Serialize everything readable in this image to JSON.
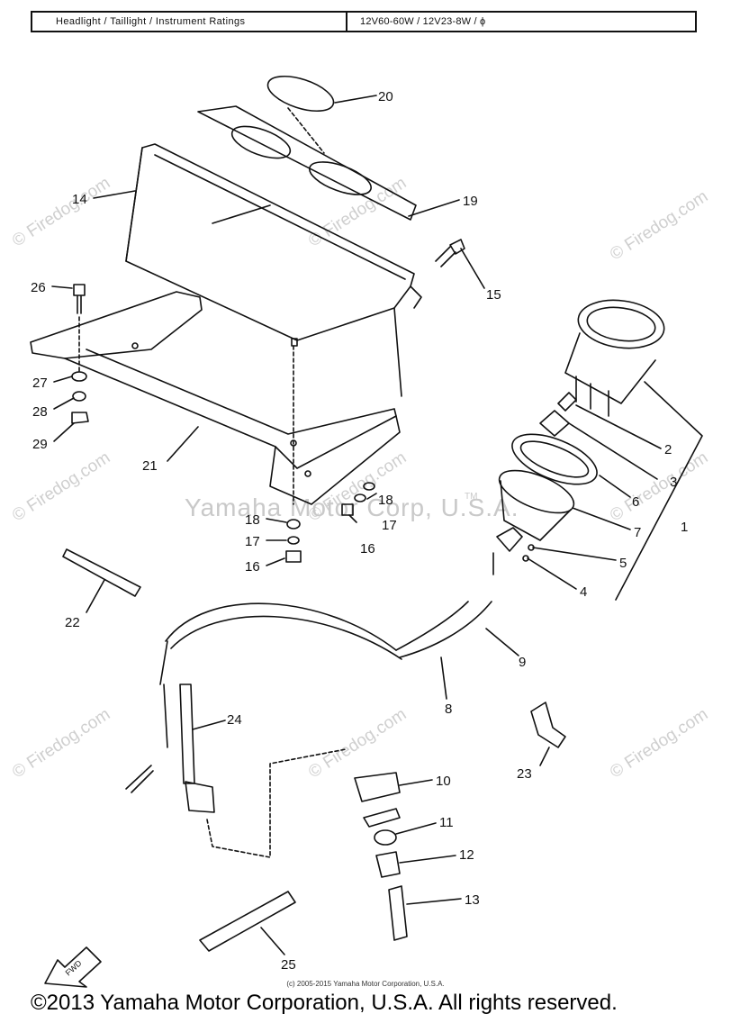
{
  "spec": {
    "label": "Headlight / Taillight / Instrument Ratings",
    "value": "12V60-60W / 12V23-8W / ϕ"
  },
  "watermarks": {
    "firedog": "© Firedog.com",
    "center": "Yamaha Motor Corp, U.S.A."
  },
  "trademark": "TM",
  "callouts": [
    {
      "id": "part-20",
      "label": "20"
    },
    {
      "id": "part-19",
      "label": "19"
    },
    {
      "id": "part-14",
      "label": "14"
    },
    {
      "id": "part-15",
      "label": "15"
    },
    {
      "id": "part-26",
      "label": "26"
    },
    {
      "id": "part-27",
      "label": "27"
    },
    {
      "id": "part-28",
      "label": "28"
    },
    {
      "id": "part-29",
      "label": "29"
    },
    {
      "id": "part-21",
      "label": "21"
    },
    {
      "id": "part-18a",
      "label": "18"
    },
    {
      "id": "part-17a",
      "label": "17"
    },
    {
      "id": "part-16a",
      "label": "16"
    },
    {
      "id": "part-18b",
      "label": "18"
    },
    {
      "id": "part-17b",
      "label": "17"
    },
    {
      "id": "part-16b",
      "label": "16"
    },
    {
      "id": "part-2",
      "label": "2"
    },
    {
      "id": "part-3",
      "label": "3"
    },
    {
      "id": "part-6",
      "label": "6"
    },
    {
      "id": "part-1",
      "label": "1"
    },
    {
      "id": "part-7",
      "label": "7"
    },
    {
      "id": "part-5",
      "label": "5"
    },
    {
      "id": "part-4",
      "label": "4"
    },
    {
      "id": "part-22",
      "label": "22"
    },
    {
      "id": "part-9",
      "label": "9"
    },
    {
      "id": "part-8",
      "label": "8"
    },
    {
      "id": "part-24",
      "label": "24"
    },
    {
      "id": "part-23",
      "label": "23"
    },
    {
      "id": "part-10",
      "label": "10"
    },
    {
      "id": "part-11",
      "label": "11"
    },
    {
      "id": "part-12",
      "label": "12"
    },
    {
      "id": "part-13",
      "label": "13"
    },
    {
      "id": "part-25",
      "label": "25"
    }
  ],
  "fwd_label": "FWD",
  "small_copyright": "(c) 2005-2015 Yamaha Motor Corporation, U.S.A.",
  "copyright": "©2013 Yamaha Motor Corporation, U.S.A. All rights reserved."
}
